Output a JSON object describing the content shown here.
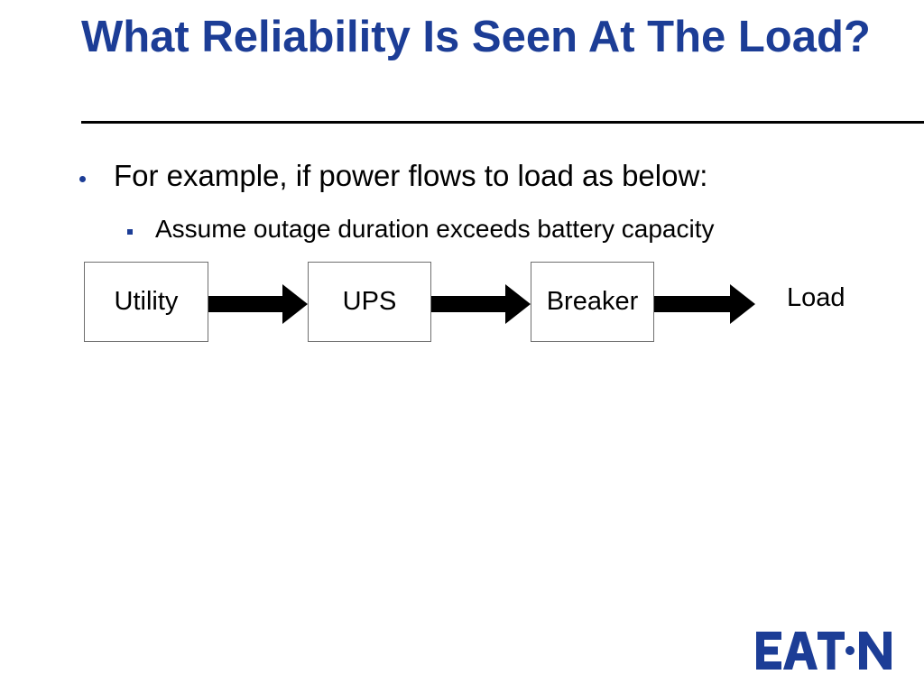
{
  "slide": {
    "title": "What Reliability Is Seen At The Load?",
    "bullet_level1": "For example, if power flows to load as below:",
    "bullet_level2": "Assume outage duration exceeds battery capacity"
  },
  "diagram": {
    "nodes": [
      "Utility",
      "UPS",
      "Breaker"
    ],
    "endpoint": "Load"
  },
  "logo": {
    "text": "EATON",
    "color": "#1c3d96"
  },
  "colors": {
    "title": "#1c3d96",
    "bullets": "#1c3d96",
    "arrow": "#000000"
  }
}
